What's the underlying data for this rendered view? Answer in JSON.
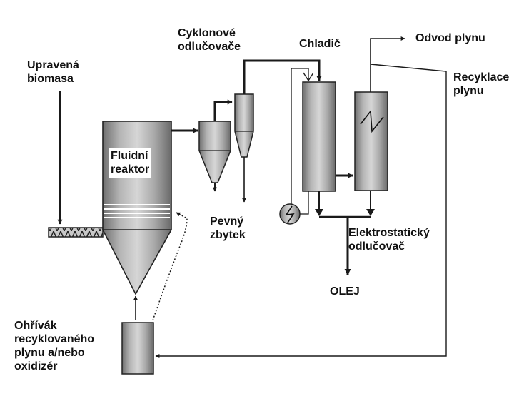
{
  "labels": {
    "biomass": [
      "Upravená",
      "biomasa"
    ],
    "reactor": [
      "Fluidní",
      "reaktor"
    ],
    "cyclones": [
      "Cyklonové",
      "odlučovače"
    ],
    "cooler": [
      "Chladič"
    ],
    "gas_out": [
      "Odvod plynu"
    ],
    "gas_recycle": [
      "Recyklace",
      "plynu"
    ],
    "solid_residue": [
      "Pevný",
      "zbytek"
    ],
    "esp": [
      "Elektrostatický",
      "odlučovač"
    ],
    "oil": [
      "OLEJ"
    ],
    "heater": [
      "Ohřívák",
      "recyklovaného",
      "plynu a/nebo",
      "oxidizér"
    ]
  }
}
